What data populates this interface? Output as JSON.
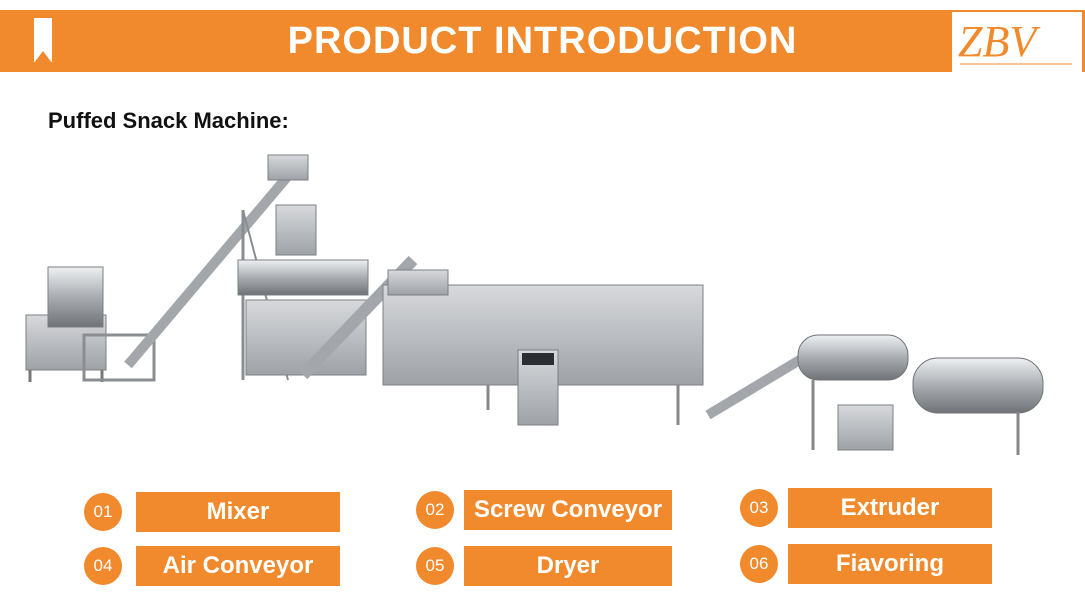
{
  "header": {
    "title": "PRODUCT INTRODUCTION"
  },
  "subtitle": "Puffed Snack Machine:",
  "steps": [
    {
      "num": "01",
      "label": "Mixer"
    },
    {
      "num": "02",
      "label": "Screw Conveyor"
    },
    {
      "num": "03",
      "label": "Extruder"
    },
    {
      "num": "04",
      "label": "Air Conveyor"
    },
    {
      "num": "05",
      "label": "Dryer"
    },
    {
      "num": "06",
      "label": "Fiavoring"
    }
  ],
  "colors": {
    "accent": "#f08a2c",
    "steel": "#b9bcc0"
  }
}
